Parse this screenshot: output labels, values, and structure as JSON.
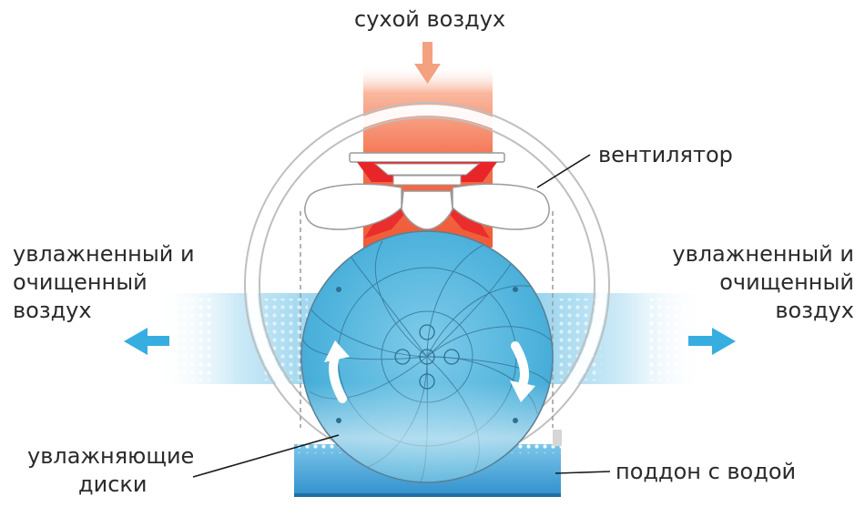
{
  "labels": {
    "top": "сухой воздух",
    "fan": "вентилятор",
    "left": [
      "увлажненный и",
      "очищенный",
      "воздух"
    ],
    "right": [
      "увлажненный и",
      "очищенный",
      "воздух"
    ],
    "discs": [
      "увлажняющие",
      "диски"
    ],
    "tray": "поддон с водой"
  },
  "colors": {
    "dry_air": "#f0603c",
    "fan_red": "#e8262a",
    "disc_blue": "#4fb6dc",
    "water": "#3fa6d8",
    "arrow_blue": "#36aee0",
    "arrow_salmon": "#f3a17f",
    "text": "#2a2a2a"
  },
  "icons": {
    "top_arrow": "arrow-down-icon",
    "left_arrow": "arrow-left-icon",
    "right_arrow": "arrow-right-icon",
    "rotation_left": "rotate-up-arrow-icon",
    "rotation_right": "rotate-down-arrow-icon"
  }
}
